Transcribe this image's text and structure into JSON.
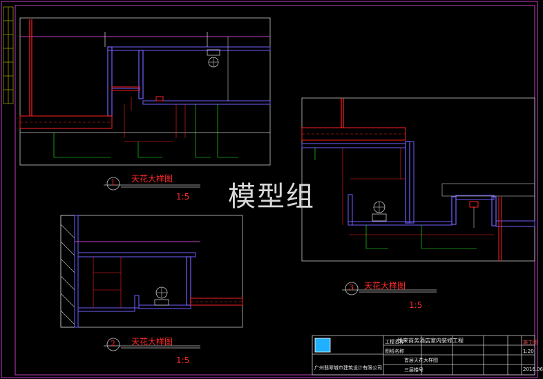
{
  "watermark": "模型组",
  "details": [
    {
      "number": "1",
      "title": "天花大样图",
      "scale": "1:5"
    },
    {
      "number": "2",
      "title": "天花大样图",
      "scale": "1:5"
    },
    {
      "number": "3",
      "title": "天花大样图",
      "scale": "1:5"
    }
  ],
  "title_block": {
    "company": "广州翡翠城市建筑设计有限公司",
    "project_label": "工程名称",
    "project_name": "悦来商务酒店室内装修工程",
    "drawing_name_label": "图纸名称",
    "drawing_name": "首层天花大样图",
    "sub_drawing": "三层楼号",
    "scale_value": "1:20",
    "date_value": "2016.06",
    "stage_value": "施工图"
  },
  "colors": {
    "background": "#000000",
    "frame": "#c040c0",
    "wall": "#7060ff",
    "red": "#ff2020",
    "green": "#20ff20",
    "white": "#ffffff"
  }
}
